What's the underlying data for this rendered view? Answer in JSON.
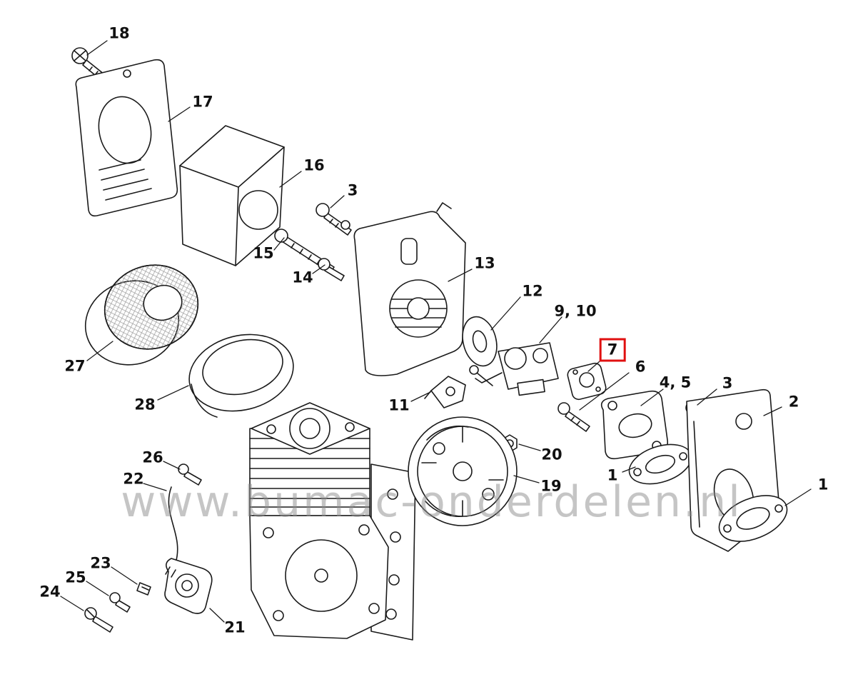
{
  "diagram": {
    "watermark": "www.bumac-onderdelen.nl",
    "colors": {
      "highlight": "#e01010",
      "line": "#1a1a1a",
      "watermark": "#8c8c8c"
    },
    "labels": [
      {
        "text": "18"
      },
      {
        "text": "17"
      },
      {
        "text": "16"
      },
      {
        "text": "3"
      },
      {
        "text": "15"
      },
      {
        "text": "14"
      },
      {
        "text": "13"
      },
      {
        "text": "12"
      },
      {
        "text": "9, 10"
      },
      {
        "text": "7",
        "highlighted": true
      },
      {
        "text": "6"
      },
      {
        "text": "4, 5"
      },
      {
        "text": "3"
      },
      {
        "text": "2"
      },
      {
        "text": "27"
      },
      {
        "text": "28"
      },
      {
        "text": "11"
      },
      {
        "text": "20"
      },
      {
        "text": "19"
      },
      {
        "text": "1"
      },
      {
        "text": "1"
      },
      {
        "text": "26"
      },
      {
        "text": "22"
      },
      {
        "text": "23"
      },
      {
        "text": "25"
      },
      {
        "text": "24"
      },
      {
        "text": "21"
      }
    ]
  }
}
